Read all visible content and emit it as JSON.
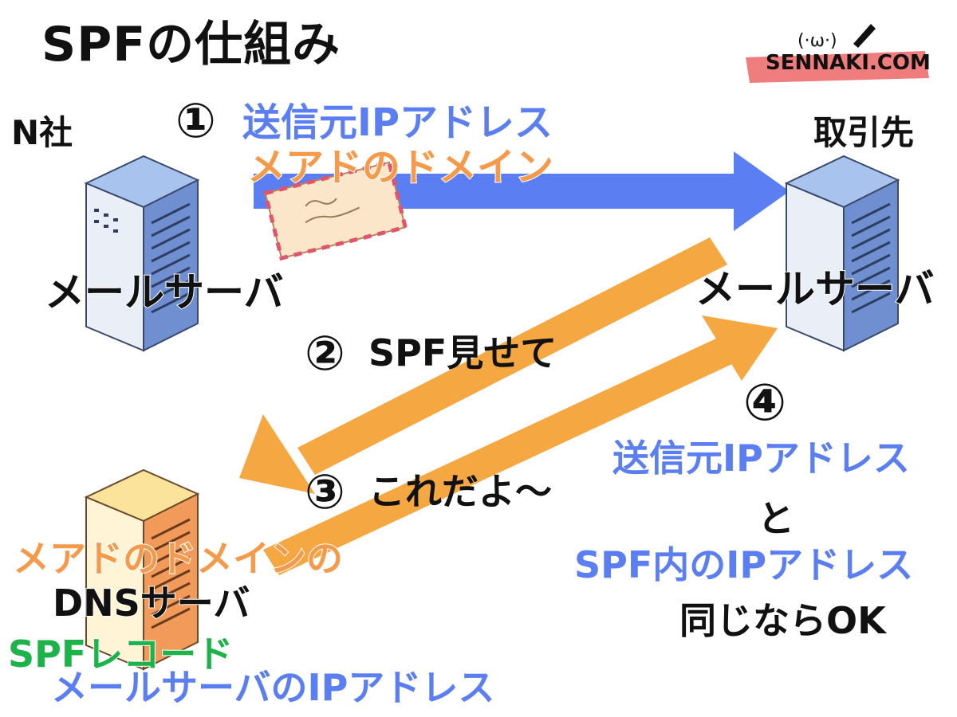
{
  "title": "SPFの仕組み",
  "logo": {
    "text": "SENNAKI.COM",
    "face": "(·ω·)"
  },
  "companies": {
    "left": "N社",
    "right": "取引先"
  },
  "servers": {
    "left_label": "メールサーバ",
    "right_label": "メールサーバ"
  },
  "step1": {
    "marker": "①",
    "line1": "送信元IPアドレス",
    "line2": "メアドのドメイン"
  },
  "step2": {
    "marker": "②",
    "text": "SPF見せて"
  },
  "step3": {
    "marker": "③",
    "text": "これだよ〜"
  },
  "step4": {
    "marker": "④",
    "line1": "送信元IPアドレス",
    "line2": "と",
    "line3": "SPF内のIPアドレス",
    "line4": "同じならOK"
  },
  "dns": {
    "domain_label": "メアドのドメインの",
    "server_label": "DNSサーバ",
    "record_label": "SPFレコード",
    "ip_label": "メールサーバのIPアドレス"
  },
  "colors": {
    "blue_arrow": "#5b7ff2",
    "orange_arrow": "#f5a742",
    "blue_text": "#5b7ff2",
    "orange_text": "#f59a4a",
    "green_text": "#1db34a",
    "brand_bar": "#f07d7d"
  }
}
